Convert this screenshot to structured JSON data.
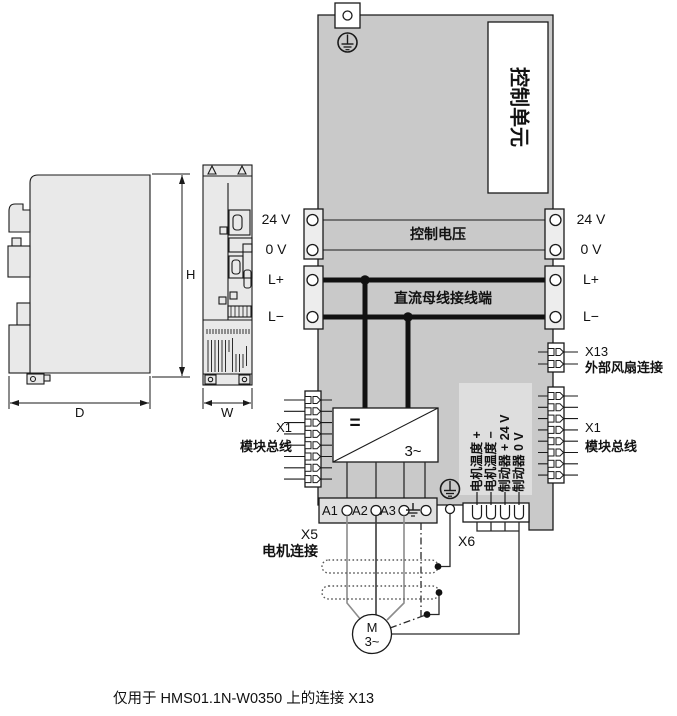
{
  "figure": {
    "caption": "仅用于 HMS01.1N-W0350 上的连接 X13"
  },
  "dimension_views": {
    "height_label": "H",
    "depth_label": "D",
    "width_label": "W"
  },
  "drive": {
    "control_unit_label": "控制单元",
    "control_voltage_label": "控制电压",
    "dc_bus_label": "直流母线接线端",
    "terminals_left": [
      "24 V",
      "0 V",
      "L+",
      "L−"
    ],
    "terminals_right": [
      "24 V",
      "0 V",
      "L+",
      "L−"
    ],
    "inverter": {
      "dc_side": "=",
      "ac_side": "3~"
    },
    "motor_terminal_labels": [
      "A1",
      "A2",
      "A3"
    ]
  },
  "connectors": {
    "x13": {
      "id": "X13",
      "label": "外部风扇连接"
    },
    "x1_left": {
      "id": "X1",
      "label": "模块总线"
    },
    "x1_right": {
      "id": "X1",
      "label": "模块总线"
    },
    "x5": {
      "id": "X5",
      "label": "电机连接"
    },
    "x6": {
      "id": "X6",
      "pin_labels": [
        "电机温度 +",
        "电机温度 −",
        "制动器 + 24 V",
        "制动器 0 V"
      ]
    }
  },
  "motor": {
    "symbol": "M",
    "phases": "3~"
  },
  "colors": {
    "body_gray": "#c9c9c9",
    "panel_gray": "#dedede",
    "line_black": "#1a1a1a"
  }
}
